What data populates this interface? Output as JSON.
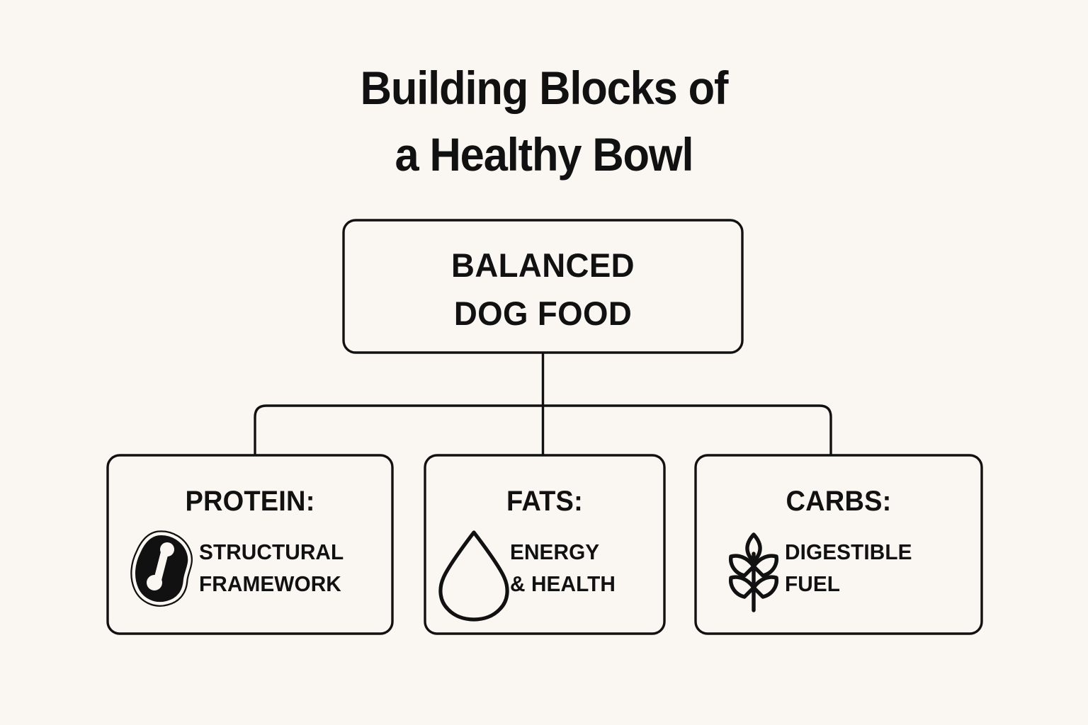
{
  "page": {
    "background_color": "#FAF7F3",
    "ink_color": "#111111"
  },
  "title": {
    "line1": "Building Blocks of",
    "line2": "a Healthy Bowl"
  },
  "diagram": {
    "type": "hierarchy-tree",
    "root": {
      "label_line1": "BALANCED",
      "label_line2": "DOG FOOD"
    },
    "children": [
      {
        "heading": "PROTEIN:",
        "desc_line1": "STRUCTURAL",
        "desc_line2": "FRAMEWORK",
        "icon": "steak-icon"
      },
      {
        "heading": "FATS:",
        "desc_line1": "ENERGY",
        "desc_line2": "& HEALTH",
        "icon": "droplet-icon"
      },
      {
        "heading": "CARBS:",
        "desc_line1": "DIGESTIBLE",
        "desc_line2": "FUEL",
        "icon": "wheat-icon"
      }
    ]
  }
}
